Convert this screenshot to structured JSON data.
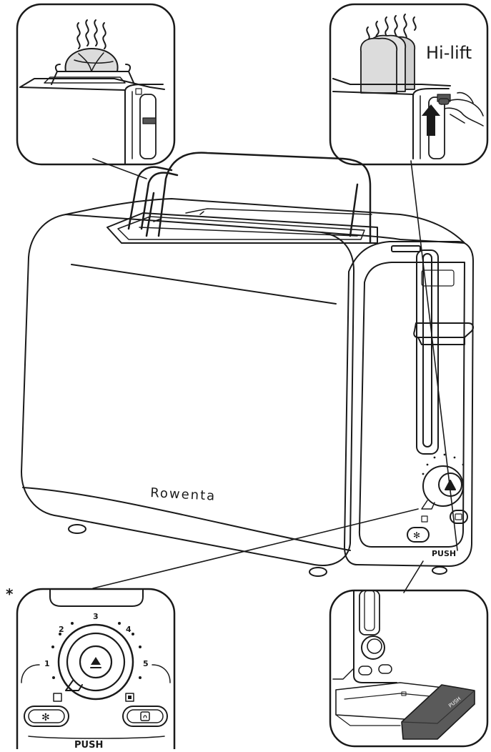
{
  "inset_top_right": {
    "label": "Hi-lift"
  },
  "toaster": {
    "brand": "Rowenta",
    "push_label": "PUSH"
  },
  "inset_bottom_left": {
    "footnote_marker": "*",
    "dial_numbers": [
      "1",
      "2",
      "3",
      "4",
      "5"
    ],
    "push_label": "PUSH"
  },
  "inset_bottom_right": {
    "tray_label": "PUSH"
  },
  "icons": [
    "steam-icon",
    "bun-icon",
    "eject-icon",
    "defrost-icon",
    "reheat-icon",
    "arrow-up-icon",
    "hand-icon"
  ],
  "colors": {
    "line": "#1a1a1a",
    "shade": "#555555",
    "bread": "#dcdcdc",
    "tray": "#5a5a5a"
  }
}
